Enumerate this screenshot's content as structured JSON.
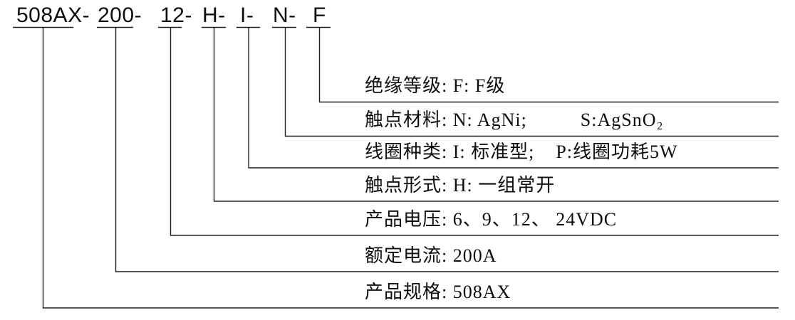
{
  "model": {
    "segments": [
      {
        "text": "508AX",
        "sep": "-"
      },
      {
        "text": "200",
        "sep": "-"
      },
      {
        "text": "12",
        "sep": "-"
      },
      {
        "text": "H",
        "sep": "-"
      },
      {
        "text": "I",
        "sep": "-"
      },
      {
        "text": "N",
        "sep": "-"
      },
      {
        "text": "F",
        "sep": ""
      }
    ]
  },
  "legend": {
    "rows": [
      {
        "key": "insulation-class",
        "code": "F",
        "text": "绝缘等级: F: F级"
      },
      {
        "key": "contact-material",
        "code": "N",
        "text": "触点材料: N: AgNi;          S:AgSnO₂"
      },
      {
        "key": "coil-type",
        "code": "I",
        "text": "线圈种类: I: 标准型;    P:线圈功耗5W"
      },
      {
        "key": "contact-form",
        "code": "H",
        "text": "触点形式: H: 一组常开"
      },
      {
        "key": "product-voltage",
        "code": "12",
        "text": "产品电压: 6、9、12、 24VDC"
      },
      {
        "key": "rated-current",
        "code": "200",
        "text": "额定电流: 200A"
      },
      {
        "key": "product-spec",
        "code": "508AX",
        "text": "产品规格: 508AX"
      }
    ]
  }
}
